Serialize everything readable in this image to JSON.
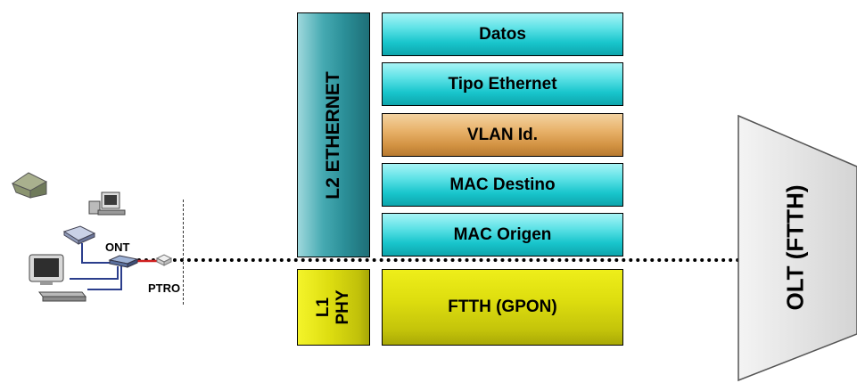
{
  "layers": {
    "l2_label": "L2 ETHERNET",
    "l1_label_line1": "L1",
    "l1_label_line2": "PHY"
  },
  "fields": [
    {
      "label": "Datos",
      "color": "cyan"
    },
    {
      "label": "Tipo Ethernet",
      "color": "cyan"
    },
    {
      "label": "VLAN Id.",
      "color": "orange"
    },
    {
      "label": "MAC Destino",
      "color": "cyan"
    },
    {
      "label": "MAC Origen",
      "color": "cyan"
    }
  ],
  "physical_field": "FTTH (GPON)",
  "olt_label": "OLT (FTTH)",
  "customer_side": {
    "ont_label": "ONT",
    "ptro_label": "PTRO"
  },
  "colors": {
    "cyan": "#18c5cc",
    "orange": "#e8b26a",
    "yellow": "#dede0f",
    "teal": "#2b8f98",
    "olt_gray": "#e0e0e0"
  },
  "icons": [
    "house-icon",
    "pc-icon",
    "router-icon",
    "tv-icon",
    "settop-box-icon",
    "ont-device-icon",
    "ptro-connector-icon"
  ]
}
